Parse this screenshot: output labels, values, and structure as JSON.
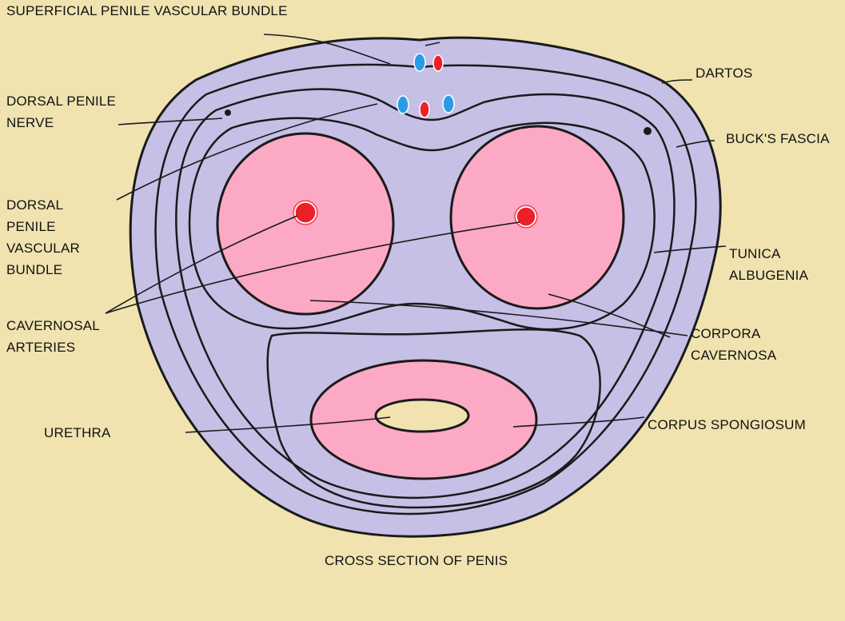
{
  "colors": {
    "background": "#f0e3b0",
    "tissue": "#c6bfe6",
    "erectile": "#fba9c4",
    "artery": "#ee2027",
    "vein": "#2a9ce6",
    "outline": "#1a1a1a"
  },
  "labels": {
    "superficial_bundle": "SUPERFICIAL PENILE VASCULAR BUNDLE",
    "dartos": "DARTOS",
    "dorsal_nerve": "DORSAL PENILE\nNERVE",
    "bucks_fascia": "BUCK'S FASCIA",
    "dorsal_bundle": "DORSAL\nPENILE\nVASCULAR\nBUNDLE",
    "tunica": "TUNICA\nALBUGENIA",
    "cavernosal_arteries": "CAVERNOSAL\nARTERIES",
    "corpora_cavernosa": "CORPORA\nCAVERNOSA",
    "urethra": "URETHRA",
    "corpus_spongiosum": "CORPUS SPONGIOSUM"
  },
  "caption": "CROSS SECTION OF PENIS"
}
